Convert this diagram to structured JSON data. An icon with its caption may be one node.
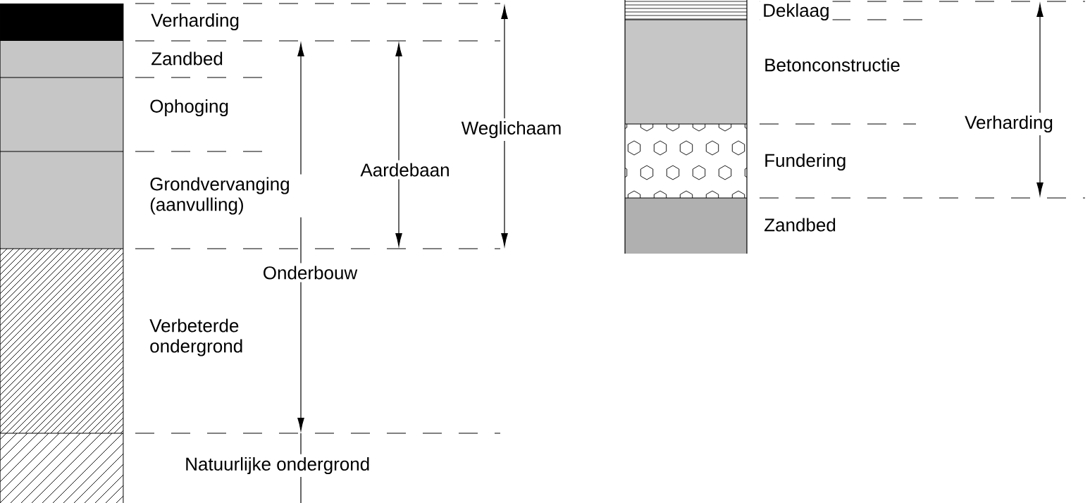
{
  "diagram": {
    "labels": [
      "Verharding",
      "Zandbed",
      "Ophoging",
      "Grondvervanging (aanvulling)",
      "Weglichaam",
      "Aardebaan",
      "Onderbouw",
      "Verbeterde ondergrond",
      "Natuurlijke ondergrond",
      "Deklaag",
      "Betonconstructie",
      "Verharding",
      "Fundering",
      "Zandbed"
    ]
  }
}
